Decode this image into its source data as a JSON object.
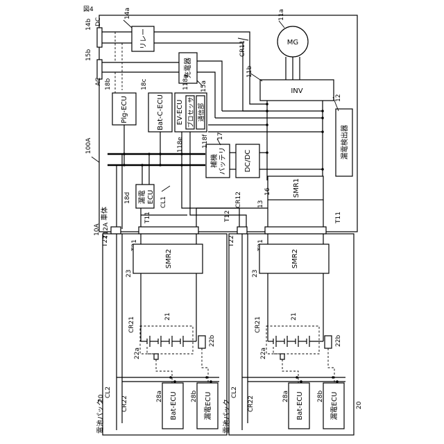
{
  "figure_label": "図4",
  "blocks": {
    "dc": "DC",
    "ac": "AC",
    "relay": "リレー",
    "mg": "MG",
    "charger": "充電器",
    "inv": "INV",
    "plg_ecu": "Plg-ECU",
    "bat_c_ecu": "Bat-C-ECU",
    "ev_ecu": "EV-ECU",
    "processor": "プロセッサ",
    "comm": "通信部",
    "leak_detector": "漏電検出器",
    "aux_battery": "補機\nバッテリ",
    "dcdc": "DC/DC",
    "smr1": "SMR1",
    "leak_ecu_vehicle": "漏電\nECU",
    "vehicle": "車体",
    "smr2": "SMR2",
    "bat_ecu": "Bat-ECU",
    "leak_ecu": "漏電ECU",
    "battery_pack": "電池パック"
  },
  "refs": {
    "r14a": "14a",
    "r14b": "14b",
    "r15b": "15b",
    "r15a": "15a",
    "r11a": "11a",
    "r11b": "11b",
    "cr11": "CR11",
    "r12": "12",
    "r18b": "18b",
    "r18c": "18c",
    "r118a": "118a",
    "r118e": "118e",
    "r118f": "118f",
    "r17": "17",
    "r100a": "100A",
    "r16": "16",
    "r13": "13",
    "cr12": "CR12",
    "r18d": "18d",
    "cl1": "CL1",
    "r10a": "10A",
    "t12a": "T12A",
    "t12": "T12",
    "t11a": "T11",
    "t11b": "T11",
    "t22a": "T22",
    "t22b": "T22",
    "t21a": "T21",
    "t21b": "T21",
    "r23a": "23",
    "r23b": "23",
    "cr21a": "CR21",
    "cr21b": "CR21",
    "r21a": "21",
    "r21b": "21",
    "r22aa": "22a",
    "r22ab": "22a",
    "r22ba": "22b",
    "r22bb": "22b",
    "r20a": "20",
    "r20b": "20",
    "cl2a": "CL2",
    "cl2b": "CL2",
    "cr22a": "CR22",
    "cr22b": "CR22",
    "r28aa": "28a",
    "r28ab": "28a",
    "r28ba": "28b",
    "r28bb": "28b"
  }
}
